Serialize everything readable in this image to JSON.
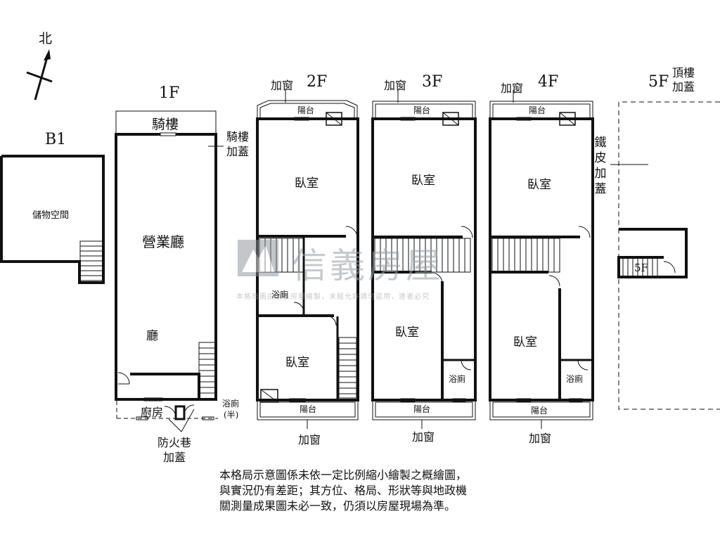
{
  "compass": {
    "north": "北"
  },
  "floors": {
    "b1": {
      "label": "B1",
      "room": "儲物空間"
    },
    "f1": {
      "label": "1F",
      "arcade": "騎樓",
      "arcade_ext": "騎樓加蓋",
      "business_hall": "營業廳",
      "hall": "廳",
      "kitchen": "廚房",
      "bath_half": "浴廁",
      "bath_half_note": "(半)",
      "fire_lane": "防火巷",
      "fire_lane_ext": "加蓋"
    },
    "f2": {
      "label": "2F",
      "window_top": "加窗",
      "balcony_top": "陽台",
      "bedroom_a": "臥室",
      "bath": "浴廁",
      "bedroom_b": "臥室",
      "balcony_bottom": "陽台",
      "window_bottom": "加窗"
    },
    "f3": {
      "label": "3F",
      "window_top": "加窗",
      "balcony_top": "陽台",
      "bedroom_a": "臥室",
      "bedroom_b": "臥室",
      "bath": "浴廁",
      "balcony_bottom": "陽台",
      "window_bottom": "加窗"
    },
    "f4": {
      "label": "4F",
      "window_top": "加窗",
      "balcony_top": "陽台",
      "bedroom_a": "臥室",
      "bedroom_b": "臥室",
      "bath": "浴廁",
      "balcony_bottom": "陽台",
      "window_bottom": "加窗",
      "iron_roof": "鐵皮加蓋"
    },
    "f5": {
      "label": "5F",
      "rooftop": "頂樓加蓋",
      "stair_label": "5F"
    }
  },
  "watermark": {
    "brand": "信義房屋",
    "notice": "本格局圖由信義房屋繪製，未經允許請勿盜用，違者必究"
  },
  "note": {
    "line1": "本格局示意圖係未依一定比例縮小繪製之概繪圖，",
    "line2": "與實況仍有差距；其方位、格局、形狀等與地政機",
    "line3": "關測量成果圖未必一致，仍須以房屋現場為準。"
  }
}
